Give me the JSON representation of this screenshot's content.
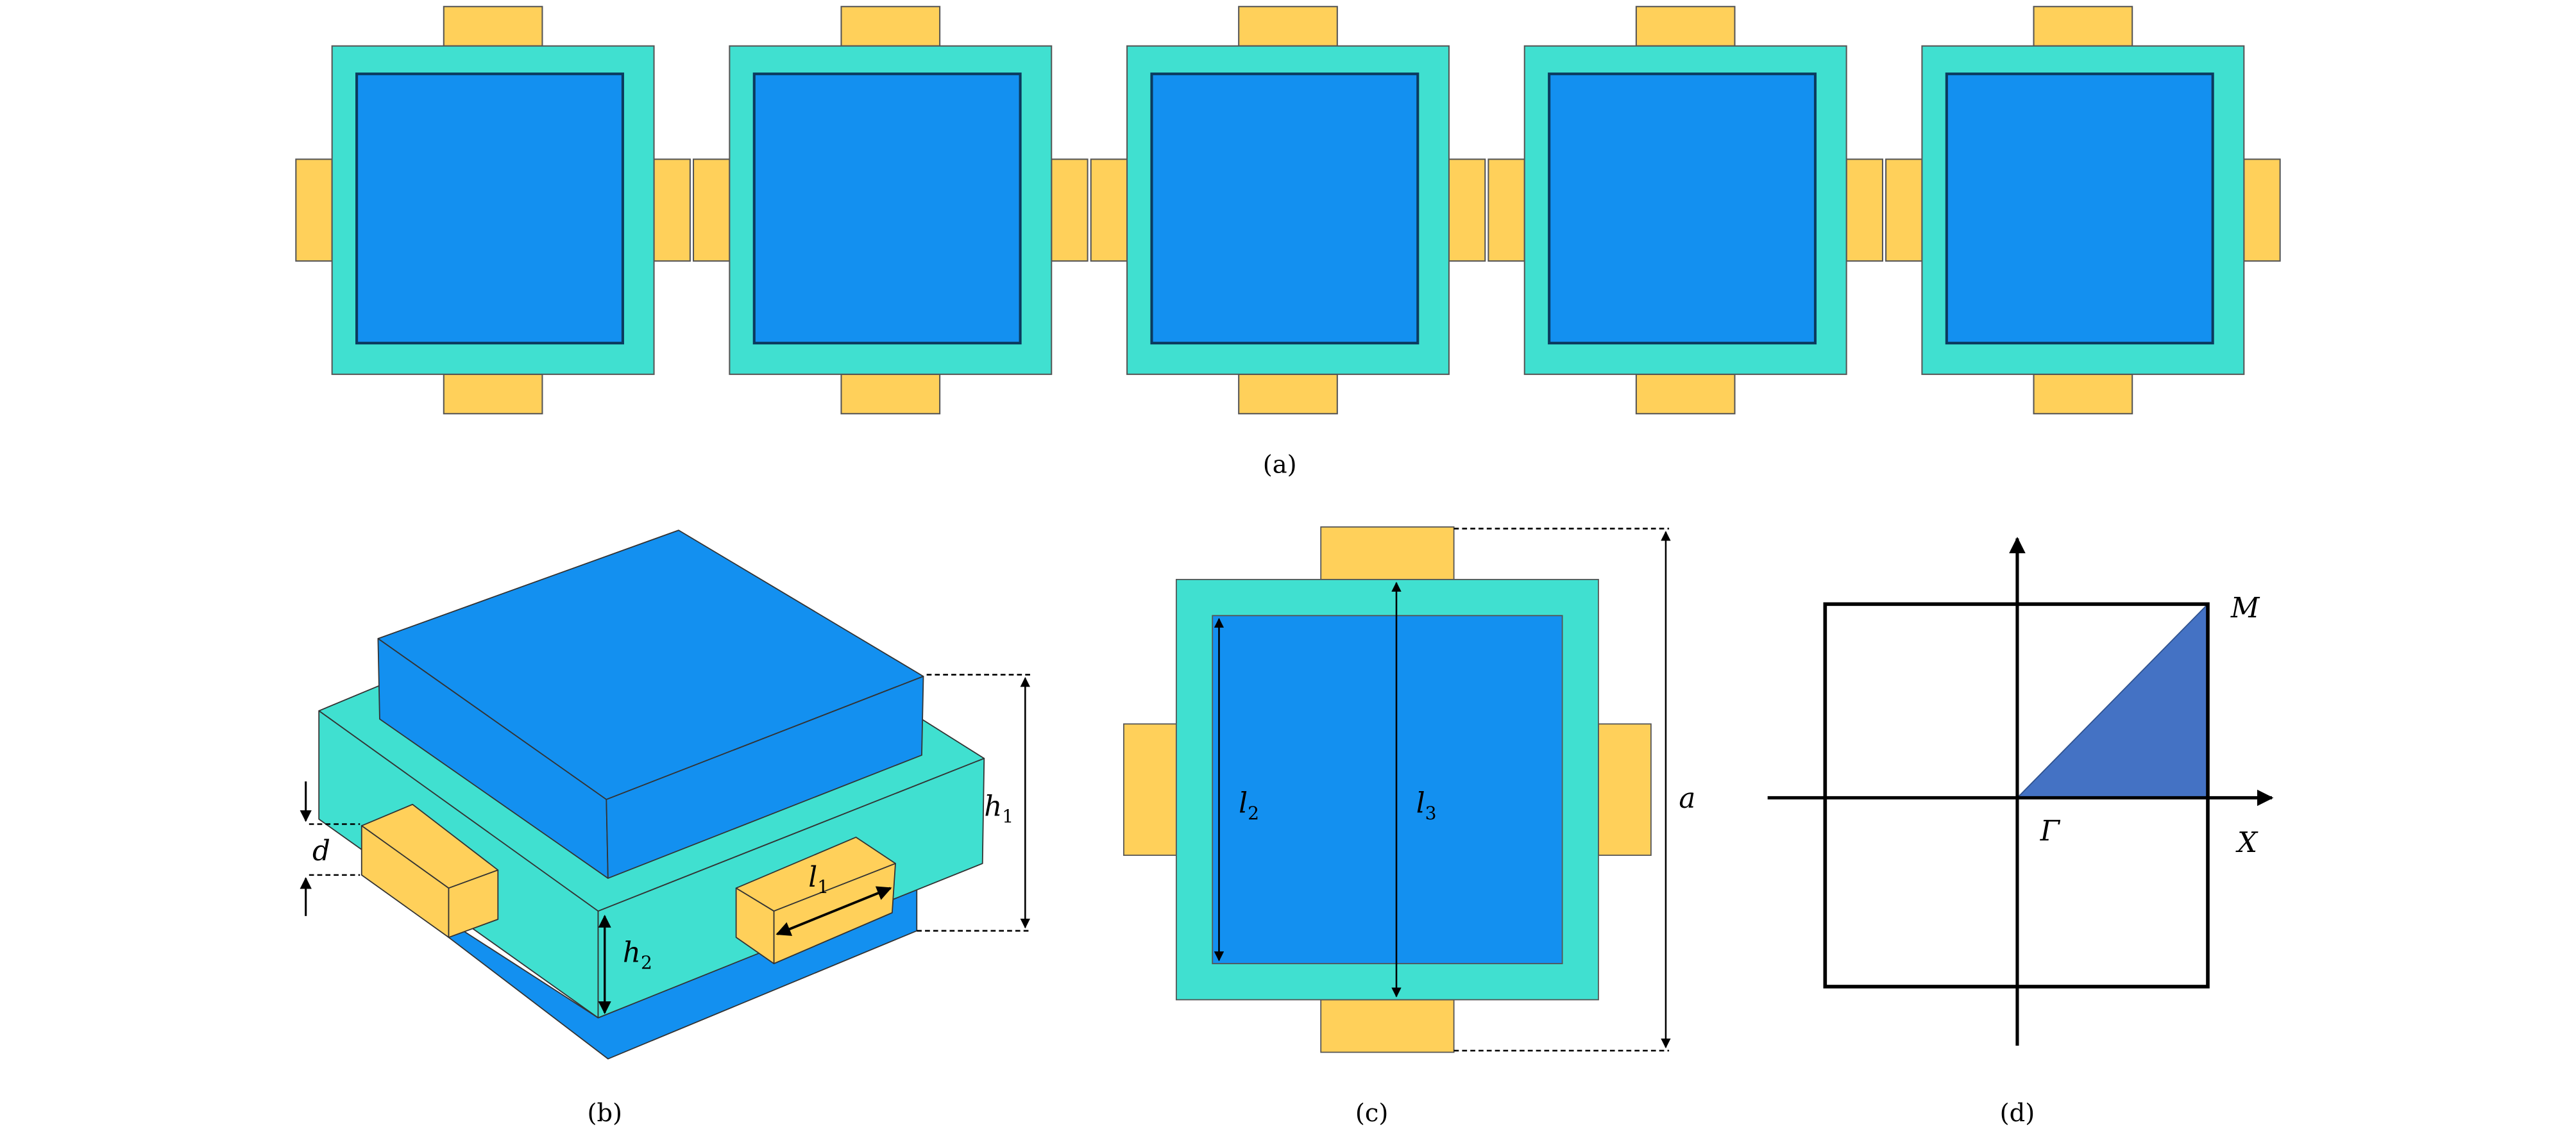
{
  "colors": {
    "teal": "#40E0D0",
    "blue": "#1390F0",
    "yellow": "#FFD05A",
    "bz": "#4472C4",
    "edge": "#333333"
  },
  "captions": {
    "a": "(a)",
    "b": "(b)",
    "c": "(c)",
    "d": "(d)"
  },
  "labels": {
    "h1": {
      "base": "h",
      "sub": "1"
    },
    "h2": {
      "base": "h",
      "sub": "2"
    },
    "l1": {
      "base": "l",
      "sub": "1"
    },
    "l2": {
      "base": "l",
      "sub": "2"
    },
    "l3": {
      "base": "l",
      "sub": "3"
    },
    "d": "d",
    "a": "a",
    "M": "M",
    "Gamma": "Γ",
    "X": "X"
  }
}
